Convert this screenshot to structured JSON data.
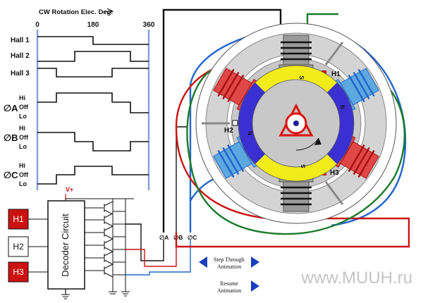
{
  "timing": {
    "axis_title": "CW Rotation Elec. Deg.",
    "ticks": [
      "0",
      "180",
      "360"
    ],
    "signals": [
      {
        "label": "Hall 1"
      },
      {
        "label": "Hall 2"
      },
      {
        "label": "Hall 3"
      }
    ],
    "phases": [
      {
        "symbol": "∅A",
        "levels": [
          "Hi",
          "Off",
          "Lo"
        ]
      },
      {
        "symbol": "∅B",
        "levels": [
          "Hi",
          "Off",
          "Lo"
        ]
      },
      {
        "symbol": "∅C",
        "levels": [
          "Hi",
          "Off",
          "Lo"
        ]
      }
    ]
  },
  "circuit": {
    "supply_label": "V+",
    "decoder_label": "Decoder Circuit",
    "hall_inputs": [
      {
        "label": "H1",
        "active": true
      },
      {
        "label": "H2",
        "active": false
      },
      {
        "label": "H3",
        "active": true
      }
    ],
    "phase_outputs": [
      "∅A",
      "∅B",
      "∅C"
    ]
  },
  "motor": {
    "sensor_labels": [
      "H1",
      "H2",
      "H3"
    ],
    "pole_labels": [
      "S",
      "N",
      "S",
      "N"
    ]
  },
  "controls": {
    "step_label_line1": "Step Through",
    "step_label_line2": "Animation",
    "resume_label_line1": "Resume",
    "resume_label_line2": "Animation"
  },
  "watermark": "www.MUUH.ru",
  "colors": {
    "active_input": "#cc1111",
    "wire_red": "#cc1111",
    "wire_blue": "#2266cc",
    "wire_green": "#1a7a2a",
    "wire_black": "#111111",
    "magnet_blue": "#3a2fd0",
    "magnet_yellow": "#f2ec1a",
    "stator_grey": "#b8b8b8",
    "button_blue": "#1a3fbf"
  }
}
